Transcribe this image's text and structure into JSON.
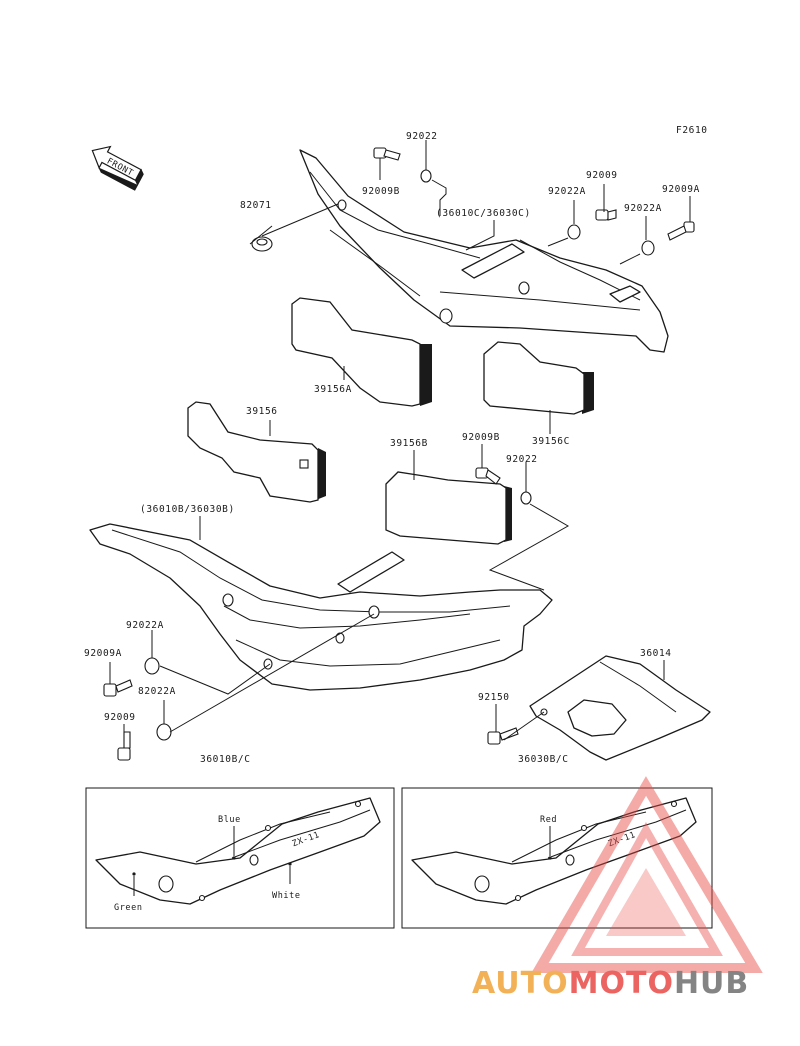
{
  "diagram_code": "F2610",
  "front_label": "FRONT",
  "labels": {
    "p92022_top": "92022",
    "p92009B_top": "92009B",
    "p82071": "82071",
    "p36010C": "(36010C/36030C)",
    "p92009_right": "92009",
    "p92022A_r1": "92022A",
    "p92009A_right": "92009A",
    "p92022A_r2": "92022A",
    "p39156A": "39156A",
    "p39156": "39156",
    "p39156B": "39156B",
    "p92009B_mid": "92009B",
    "p92022_mid": "92022",
    "p39156C": "39156C",
    "p36010B": "(36010B/36030B)",
    "p92022A_left": "92022A",
    "p92009A_left": "92009A",
    "p82022A": "82022A",
    "p92009_left": "92009",
    "p36014": "36014",
    "p92150": "92150",
    "p36010BC": "36010B/C",
    "p36030BC": "36030B/C"
  },
  "color_callouts": {
    "blue": "Blue",
    "white": "White",
    "green": "Green",
    "red": "Red"
  },
  "decal_text": "ZX-11",
  "watermark": {
    "text_part1": "AUTO",
    "text_part2": "MOTO",
    "text_part3": "HUB",
    "color_red": "#e84a46",
    "color_orange": "#f2a43a",
    "color_grey": "#6f6f6f"
  }
}
